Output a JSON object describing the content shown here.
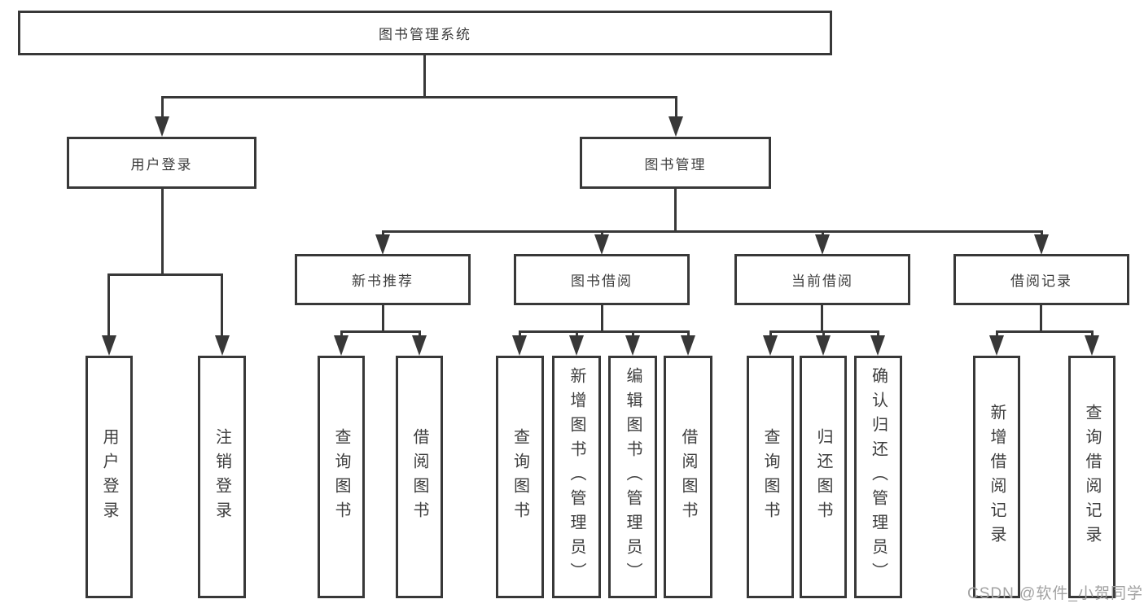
{
  "diagram": {
    "type": "tree",
    "root": {
      "label": "图书管理系统"
    },
    "level2": [
      {
        "label": "用户登录"
      },
      {
        "label": "图书管理"
      }
    ],
    "level3": [
      {
        "label": "新书推荐"
      },
      {
        "label": "图书借阅"
      },
      {
        "label": "当前借阅"
      },
      {
        "label": "借阅记录"
      }
    ],
    "leaves": {
      "user_login": [
        "用户登录",
        "注销登录"
      ],
      "new_book": [
        "查询图书",
        "借阅图书"
      ],
      "book_borrow": [
        "查询图书",
        "新增图书（管理员）",
        "编辑图书（管理员）",
        "借阅图书"
      ],
      "current_borrow": [
        "查询图书",
        "归还图书",
        "确认归还（管理员）"
      ],
      "borrow_record": [
        "新增借阅记录",
        "查询借阅记录"
      ]
    }
  },
  "watermark": {
    "text": "CSDN @软件_小贺同学",
    "color": "#a2a2a2"
  },
  "colors": {
    "line": "#383838",
    "text": "#3d3d3d",
    "background": "#ffffff"
  }
}
